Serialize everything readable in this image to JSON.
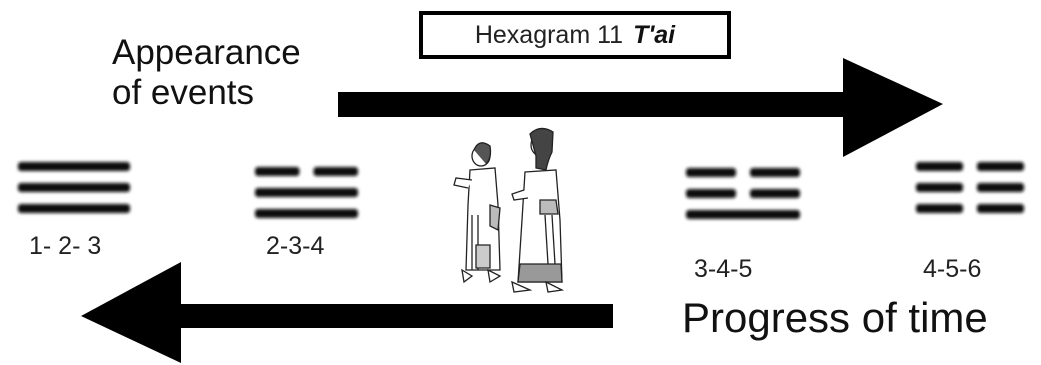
{
  "title": {
    "text": "Hexagram 11",
    "emphasis": "T'ai"
  },
  "appearance_label": {
    "line1": "Appearance",
    "line2": "of events"
  },
  "progress_label": "Progress of time",
  "trigrams": [
    {
      "label": "1- 2- 3",
      "lines": [
        "solid",
        "solid",
        "solid"
      ]
    },
    {
      "label": "2-3-4",
      "lines": [
        "broken",
        "solid",
        "solid"
      ]
    },
    {
      "label": "3-4-5",
      "lines": [
        "broken",
        "broken",
        "solid"
      ]
    },
    {
      "label": "4-5-6",
      "lines": [
        "broken",
        "broken",
        "broken"
      ]
    }
  ],
  "illustration": "assyrian-figures",
  "colors": {
    "ink": "#111111",
    "background": "#ffffff"
  }
}
